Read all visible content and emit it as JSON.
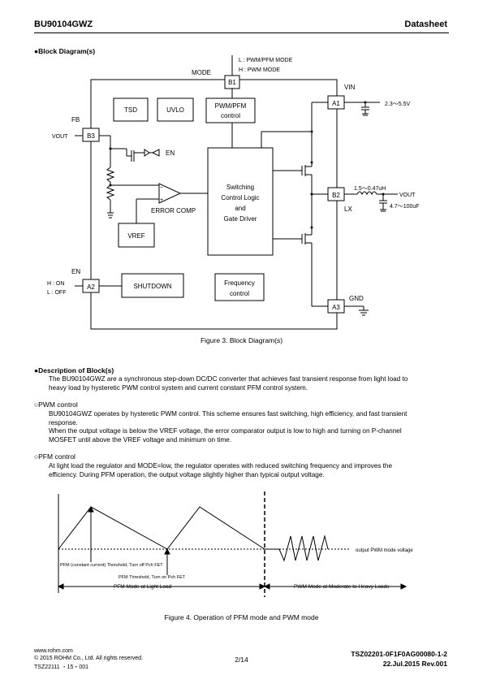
{
  "header": {
    "part": "BU90104GWZ",
    "doc_type": "Datasheet"
  },
  "block_diagram": {
    "heading": "●Block Diagram(s)",
    "mode_label": "MODE",
    "mode_note_l": "L :  PWM/PFM MODE",
    "mode_note_h": "H :  PWM MODE",
    "vin_label": "VIN",
    "fb_label": "FB",
    "vout_label": "VOUT",
    "en_label": "EN",
    "en_label2": "EN",
    "en_h": "H :  ON",
    "en_l": "L :  OFF",
    "pins": {
      "b1": "B1",
      "b3": "B3",
      "a1": "A1",
      "b2": "B2",
      "a2": "A2",
      "a3": "A3"
    },
    "tsd": "TSD",
    "uvlo": "UVLO",
    "pwm_pfm_1": "PWM/PFM",
    "pwm_pfm_2": "control",
    "switching_1": "Switching",
    "switching_2": "Control Logic",
    "switching_3": "and",
    "switching_4": "Gate Driver",
    "error_comp": "ERROR COMP",
    "vref": "VREF",
    "shutdown": "SHUTDOWN",
    "freq_1": "Frequency",
    "freq_2": "control",
    "vin_range": "2.3〜5.5V",
    "ind_value": "1.5〜0.47uH",
    "lx_label": "LX",
    "vout_out": "VOUT",
    "cap_value": "4.7〜100uF",
    "gnd_label": "GND"
  },
  "figure3_caption": "Figure 3. Block Diagram(s)",
  "description": {
    "heading": "●Description of Block(s)",
    "intro_1": "The BU90104GWZ are a synchronous step-down DC/DC converter that achieves fast transient response from light load to",
    "intro_2": "heavy load by hysteretic PWM control system and current constant PFM control system.",
    "pwm_heading": "○PWM control",
    "pwm_1": "BU90104GWZ operates by hysteretic PWM control. This scheme ensures fast switching, high efficiency, and fast transient",
    "pwm_2": "response.",
    "pwm_3": "When the output voltage is below the VREF voltage, the error comparator output is low to high and turning on P-channel",
    "pwm_4": "MOSFET until above the VREF voltage and minimum on time.",
    "pfm_heading": "○PFM control",
    "pfm_1": "At light load the regulator and MODE=low, the regulator operates with reduced switching frequency and improves the",
    "pfm_2": "efficiency. During PFM operation, the output voltage slightly higher than typical output voltage."
  },
  "figure4": {
    "output_label": "output PWM mode voltage",
    "pfm_threshold_1": "PFM (constant current) Threshold, Turn off Pch FET",
    "pfm_threshold_2": "PFM Threshold, Turn on Pch FET",
    "light_load": "PFM Mode at Light Load",
    "heavy_load": "PWM Mode at Moderate to Heavy Loads",
    "caption": "Figure 4. Operation of PFM mode and PWM mode"
  },
  "footer": {
    "url": "www.rohm.com",
    "copyright": "© 2015 ROHM Co., Ltd. All rights reserved.",
    "code": "TSZ22111 ・15・001",
    "page": "2/14",
    "doc_no": "TSZ02201-0F1F0AG00080-1-2",
    "date": "22.Jul.2015 Rev.001"
  }
}
